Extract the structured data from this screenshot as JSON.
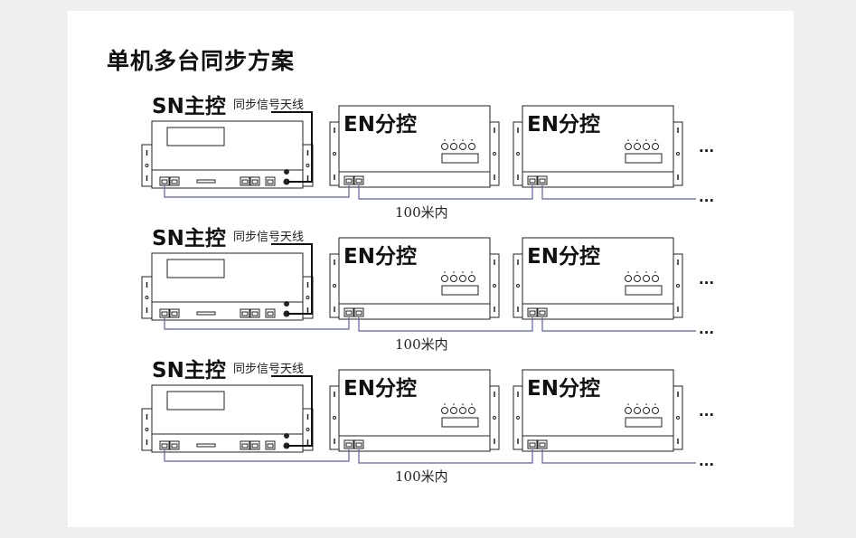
{
  "title": "单机多台同步方案",
  "rows": [
    {
      "master_label": "SN主控",
      "antenna_label": "同步信号天线",
      "slave_labels": [
        "EN分控",
        "EN分控"
      ],
      "distance_label": "100米内",
      "continuation": "..."
    },
    {
      "master_label": "SN主控",
      "antenna_label": "同步信号天线",
      "slave_labels": [
        "EN分控",
        "EN分控"
      ],
      "distance_label": "100米内",
      "continuation": "..."
    },
    {
      "master_label": "SN主控",
      "antenna_label": "同步信号天线",
      "slave_labels": [
        "EN分控",
        "EN分控"
      ],
      "distance_label": "100米内",
      "continuation": "..."
    }
  ],
  "colors": {
    "cable": "#5b5fb0",
    "outline": "#222222",
    "background": "#efefef",
    "card": "#ffffff"
  }
}
